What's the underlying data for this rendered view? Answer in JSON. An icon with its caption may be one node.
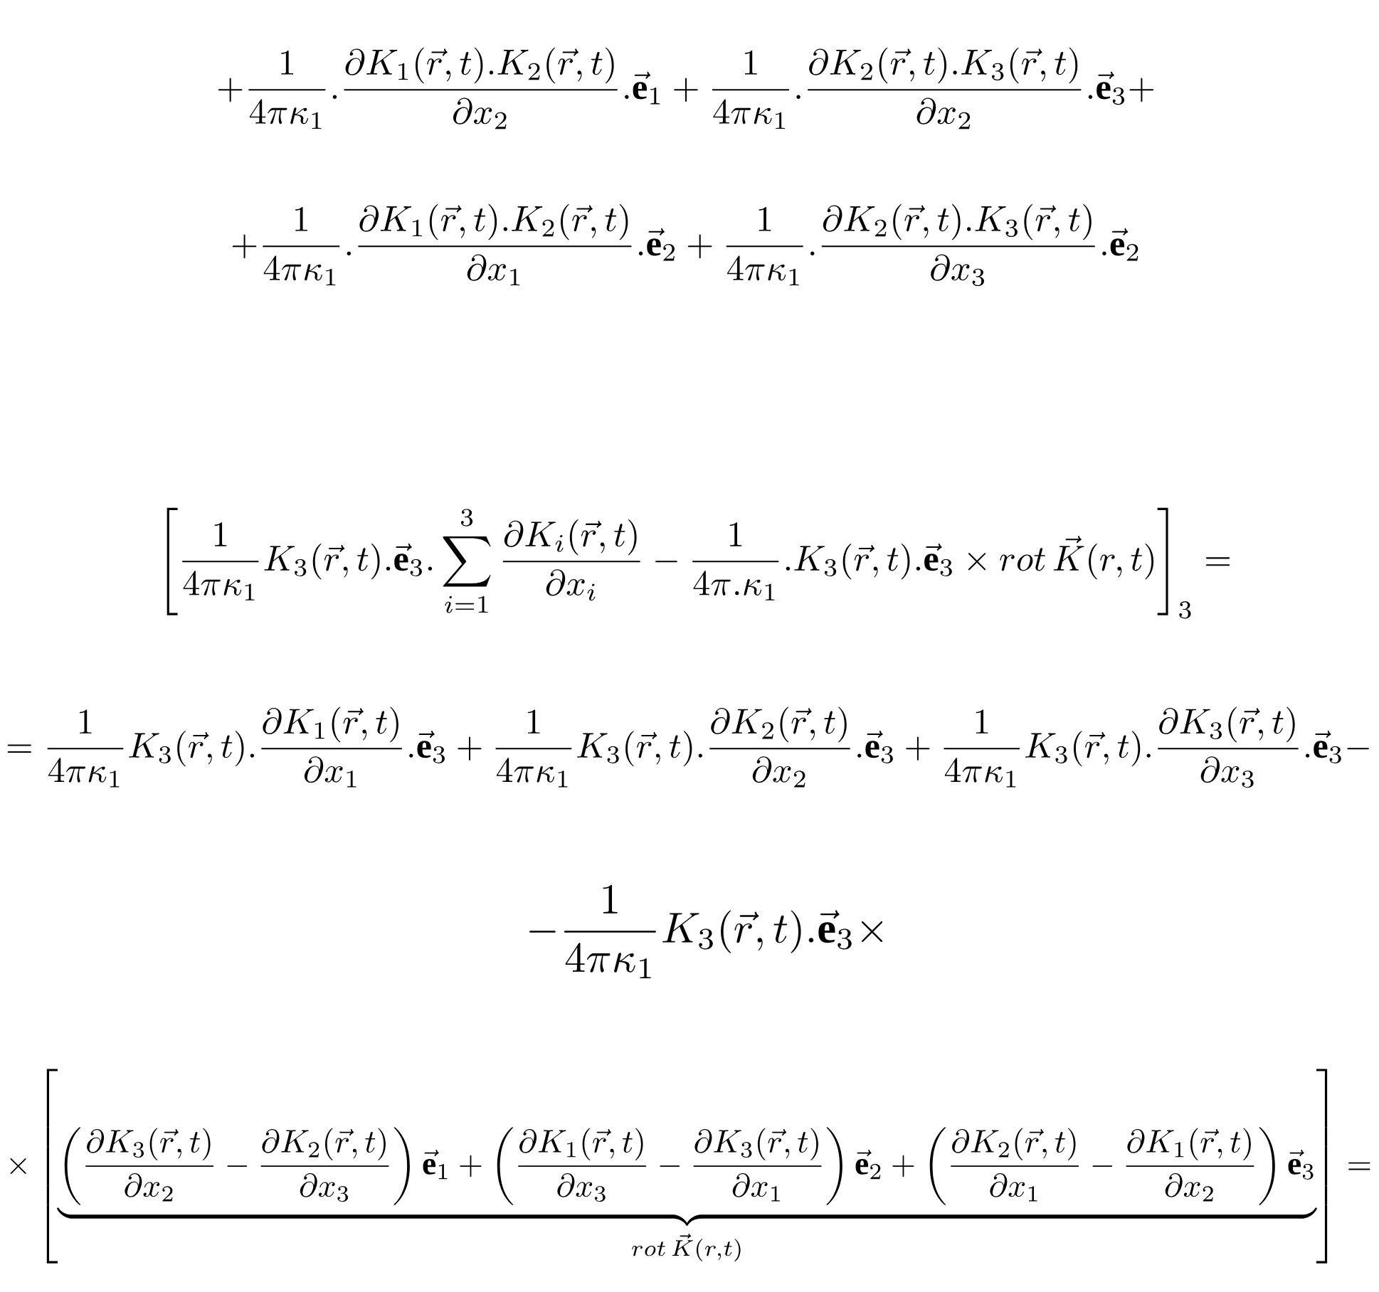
{
  "diagram": {
    "labels": [
      "+\\frac{1}{4\\pi\\kappa_1}.\\frac{\\partial K_1(\\vec{r},t).K_2(\\vec{r},t)}{\\partial x_2}.\\vec{\\mathbf{e}}_1+\\frac{1}{4\\pi\\kappa_1}.\\frac{\\partial K_2(\\vec{r},t).K_3(\\vec{r},t)}{\\partial x_2}.\\vec{\\mathbf{e}}_3+",
      "+\\frac{1}{4\\pi\\kappa_1}.\\frac{\\partial K_1(\\vec{r},t).K_2(\\vec{r},t)}{\\partial x_1}.\\vec{\\mathbf{e}}_2+\\frac{1}{4\\pi\\kappa_1}.\\frac{\\partial K_2(\\vec{r},t).K_3(\\vec{r},t)}{\\partial x_3}.\\vec{\\mathbf{e}}_2",
      "\\left[\\frac{1}{4\\pi\\kappa_1}K_3(\\vec{r},t).\\vec{\\mathbf{e}}_3.\\sum_{i=1}^{3}\\frac{\\partial K_i(\\vec{r},t)}{\\partial x_i}-\\frac{1}{4\\pi.\\kappa_1}.K_3(\\vec{r},t).\\vec{\\mathbf{e}}_3\\times rot\\,\\vec{K}(r,t)\\right]_3=",
      "=\\frac{1}{4\\pi\\kappa_1}K_3(\\vec{r},t).\\frac{\\partial K_1(\\vec{r},t)}{\\partial x_1}.\\vec{\\mathbf{e}}_3+\\frac{1}{4\\pi\\kappa_1}K_3(\\vec{r},t).\\frac{\\partial K_2(\\vec{r},t)}{\\partial x_2}.\\vec{\\mathbf{e}}_3+\\frac{1}{4\\pi\\kappa_1}K_3(\\vec{r},t).\\frac{\\partial K_3(\\vec{r},t)}{\\partial x_3}.\\vec{\\mathbf{e}}_3-",
      "-\\frac{1}{4\\pi\\kappa_1}K_3(\\vec{r},t).\\vec{\\mathbf{e}}_3\\times",
      "\\times\\left[\\underbrace{\\left(\\frac{\\partial K_3(\\vec{r},t)}{\\partial x_2}-\\frac{\\partial K_2(\\vec{r},t)}{\\partial x_3}\\right)\\vec{\\mathbf{e}}_1+\\left(\\frac{\\partial K_1(\\vec{r},t)}{\\partial x_3}-\\frac{\\partial K_3(\\vec{r},t)}{\\partial x_1}\\right)\\vec{\\mathbf{e}}_2+\\left(\\frac{\\partial K_2(\\vec{r},t)}{\\partial x_1}-\\frac{\\partial K_1(\\vec{r},t)}{\\partial x_2}\\right)\\vec{\\mathbf{e}}_3}_{rot\\,\\vec{K}(r,t)}\\right]="
    ]
  }
}
